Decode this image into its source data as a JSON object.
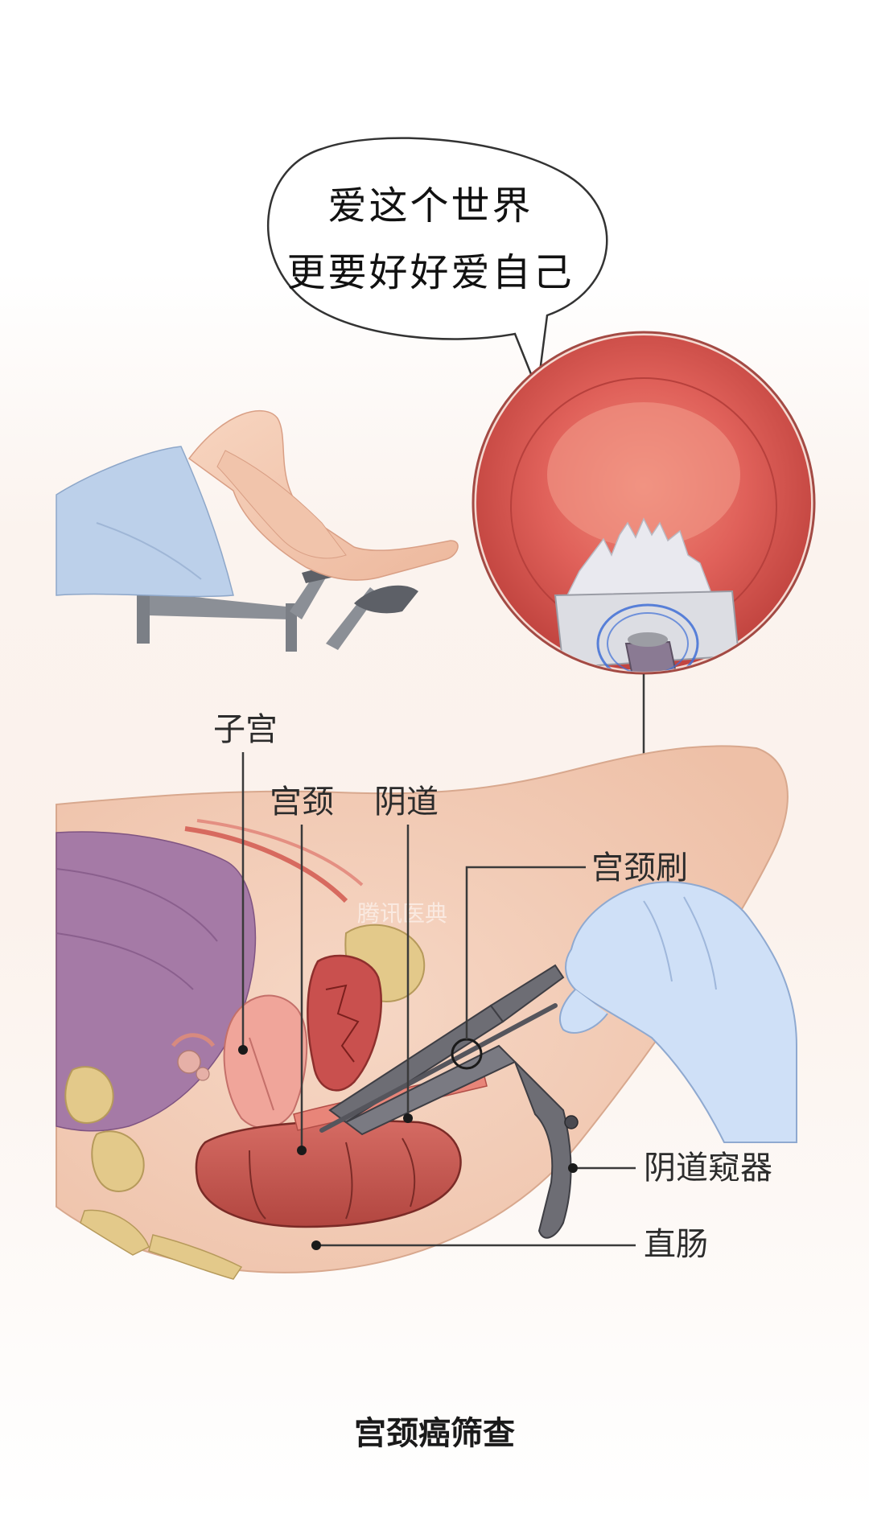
{
  "speech_bubble": {
    "line1": "爱这个世界",
    "line2": "更要好好爱自己"
  },
  "labels": {
    "uterus": "子宫",
    "cervix": "宫颈",
    "vagina": "阴道",
    "cervical_brush": "宫颈刷",
    "speculum": "阴道窥器",
    "rectum": "直肠"
  },
  "watermark": "腾讯医典",
  "title": "宫颈癌筛查",
  "colors": {
    "skin": "#f2c9b1",
    "gown": "#bcd0ea",
    "organ_red": "#c9504e",
    "uterus_pink": "#f0a59a",
    "bladder_purple": "#9a6b9b",
    "bone_yellow": "#e3c98a",
    "glove_blue": "#cfe0f7",
    "instrument_gray": "#6d6d74",
    "leader_line": "#3a3a3a"
  }
}
